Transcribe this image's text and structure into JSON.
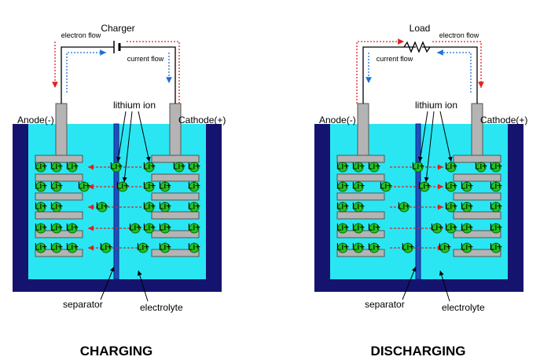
{
  "panels": [
    {
      "id": "charging",
      "caption": "CHARGING",
      "device_label": "Charger",
      "device_type": "battery",
      "electron_flow_label": "electron flow",
      "current_flow_label": "current flow",
      "anode_label": "Anode(-)",
      "cathode_label": "Cathode(+)",
      "ion_label": "lithium ion",
      "separator_label": "separator",
      "electrolyte_label": "electrolyte",
      "arrow_direction": "left"
    },
    {
      "id": "discharging",
      "caption": "DISCHARGING",
      "device_label": "Load",
      "device_type": "resistor",
      "electron_flow_label": "electron flow",
      "current_flow_label": "current flow",
      "anode_label": "Anode(-)",
      "cathode_label": "Cathode(+)",
      "ion_label": "lithium ion",
      "separator_label": "separator",
      "electrolyte_label": "electrolyte",
      "arrow_direction": "right"
    }
  ],
  "ion_symbol": "Li+",
  "colors": {
    "container": "#14146e",
    "electrolyte": "#2ae6f2",
    "electrode": "#b4b4b4",
    "separator": "#1f4fbf",
    "ion": "#22c422",
    "electron_flow": "#e02020",
    "current_flow": "#1f6fd6",
    "wire": "#000000"
  }
}
